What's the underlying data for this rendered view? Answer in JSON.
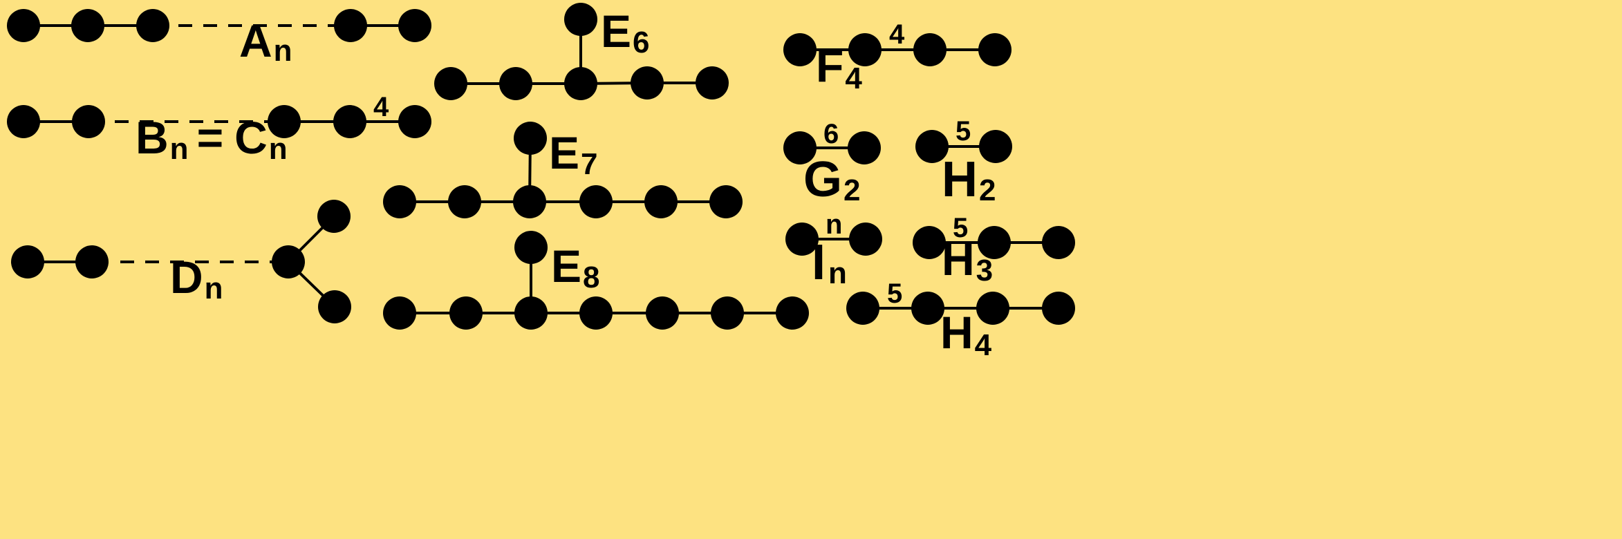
{
  "background_color": "#FDE281",
  "node_color": "#000000",
  "diagrams": [
    {
      "id": "A",
      "label": {
        "main": "A",
        "sub": "n"
      },
      "edge_weights": []
    },
    {
      "id": "B",
      "label": {
        "main": "B",
        "sub": "n",
        "eq": "=",
        "main2": "C",
        "sub2": "n"
      },
      "edge_weights": [
        "4"
      ]
    },
    {
      "id": "D",
      "label": {
        "main": "D",
        "sub": "n"
      },
      "edge_weights": []
    },
    {
      "id": "E6",
      "label": {
        "main": "E",
        "sub": "6"
      },
      "edge_weights": []
    },
    {
      "id": "E7",
      "label": {
        "main": "E",
        "sub": "7"
      },
      "edge_weights": []
    },
    {
      "id": "E8",
      "label": {
        "main": "E",
        "sub": "8"
      },
      "edge_weights": []
    },
    {
      "id": "F4",
      "label": {
        "main": "F",
        "sub": "4"
      },
      "edge_weights": [
        "4"
      ]
    },
    {
      "id": "G2",
      "label": {
        "main": "G",
        "sub": "2"
      },
      "edge_weights": [
        "6"
      ]
    },
    {
      "id": "H2",
      "label": {
        "main": "H",
        "sub": "2"
      },
      "edge_weights": [
        "5"
      ]
    },
    {
      "id": "I",
      "label": {
        "main": "I",
        "sub": "n"
      },
      "edge_weights": [
        "n"
      ]
    },
    {
      "id": "H3",
      "label": {
        "main": "H",
        "sub": "3"
      },
      "edge_weights": [
        "5"
      ]
    },
    {
      "id": "H4",
      "label": {
        "main": "H",
        "sub": "4"
      },
      "edge_weights": [
        "5"
      ]
    }
  ]
}
